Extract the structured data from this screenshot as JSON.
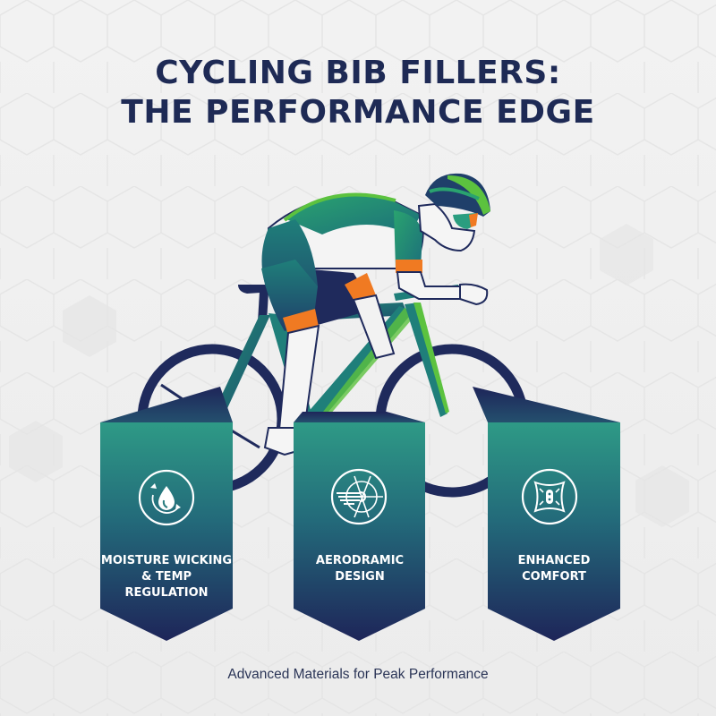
{
  "title": {
    "line1": "CYCLING BIB FILLERS:",
    "line2": "THE PERFORMANCE EDGE"
  },
  "illustration": {
    "subject": "cyclist-on-road-bike",
    "colors": {
      "navy": "#1f2a5c",
      "teal": "#1f7f7a",
      "green": "#5cc23f",
      "orange": "#f07a22",
      "white": "#f7f7f7"
    }
  },
  "banners": [
    {
      "icon": "water-drop-cycle-icon",
      "label_lines": [
        "MOISTURE WICKING",
        "& TEMP",
        "REGULATION"
      ]
    },
    {
      "icon": "aerodynamic-wind-icon",
      "label_lines": [
        "AERODRAMIC",
        "DESIGN"
      ]
    },
    {
      "icon": "cushion-pad-icon",
      "label_lines": [
        "ENHANCED",
        "COMFORT"
      ]
    }
  ],
  "banner_colors": {
    "top": "#2e9a86",
    "bottom": "#1e2559"
  },
  "footer": {
    "tagline": "Advanced Materials for Peak Performance"
  }
}
